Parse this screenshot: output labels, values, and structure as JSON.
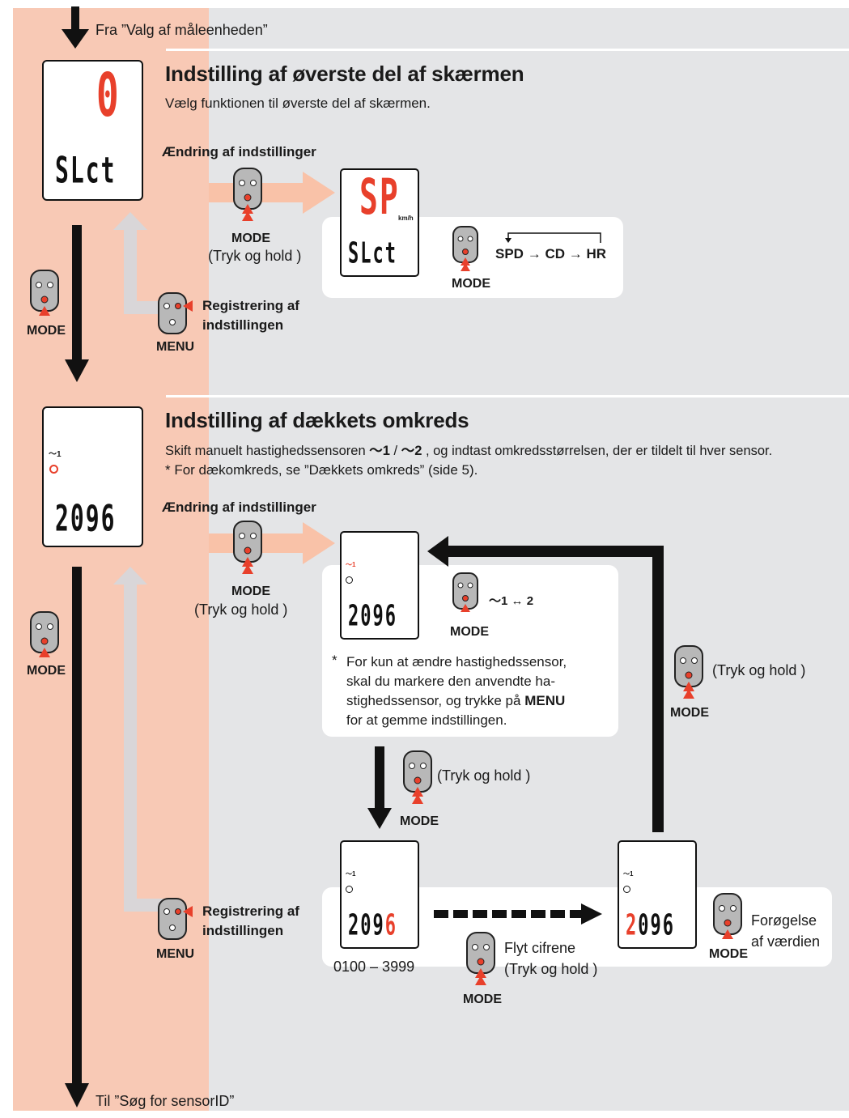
{
  "flow": {
    "from": "Fra ”Valg af måleenheden”",
    "to": "Til ”Søg for sensorID”"
  },
  "section1": {
    "title": "Indstilling af øverste del af skærmen",
    "subtitle": "Vælg funktionen til øverste del af skærmen.",
    "change_label": "Ændring af indstillinger",
    "display_main": {
      "top": "0",
      "bottom": "SLct"
    },
    "display_preview": {
      "top": "SP",
      "unit": "km/h",
      "bottom": "SLct"
    },
    "cycle": {
      "items": [
        "SPD",
        "CD",
        "HR"
      ],
      "arrow": "→"
    },
    "mode_label": "MODE",
    "press_hold": "(Tryk og hold )",
    "menu_label": "MENU",
    "register": "Registrering af\nindstillingen"
  },
  "section2": {
    "title": "Indstilling af dækkets omkreds",
    "line1_a": "Skift manuelt hastighedssensoren ",
    "sensor1": "1",
    "sep": " / ",
    "sensor2": "2",
    "line1_b": " , og indtast omkredsstørrelsen, der er tildelt til hver sensor.",
    "line2": "* For dækomkreds, se ”Dækkets omkreds” (side 5).",
    "change_label": "Ændring af indstillinger",
    "value": "2096",
    "range": "0100 – 3999",
    "sensor_swap": "1 ↔ 2",
    "note_star": "*",
    "note_a": "For kun at ændre hastighedssensor,\nskal du markere den anvendte ha-\nstighedssensor, og trykke på ",
    "note_menu": "MENU",
    "note_b": "for at gemme indstillingen.",
    "move_digits": "Flyt cifrene\n(Tryk og hold )",
    "increase": "Forøgelse\naf værdien",
    "mode_label": "MODE",
    "press_hold": "(Tryk og hold )",
    "menu_label": "MENU",
    "register": "Registrering af\nindstillingen"
  },
  "colors": {
    "accent": "#e8402b",
    "salmon": "#f8c9b5",
    "gray": "#e4e5e7",
    "arrow_pale": "#f9c2a8"
  }
}
